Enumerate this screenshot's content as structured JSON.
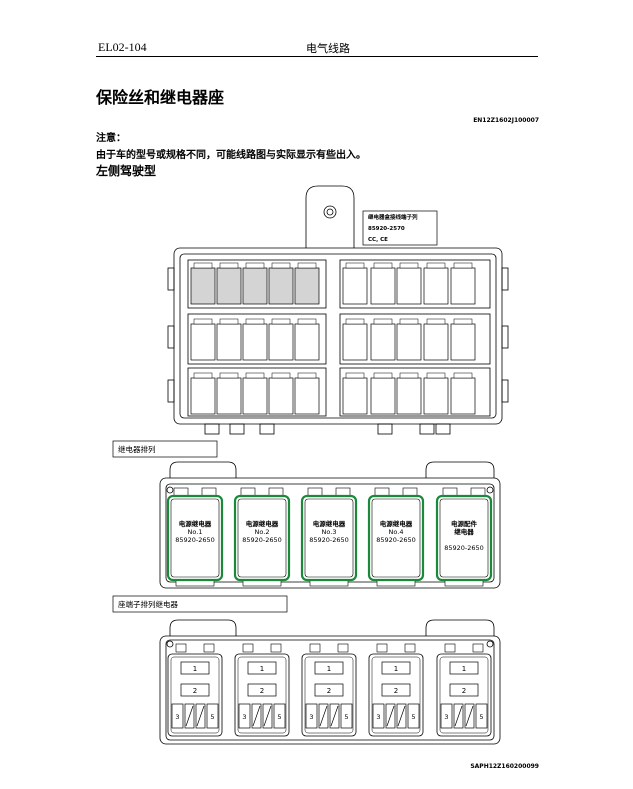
{
  "header": {
    "code": "EL02-104",
    "section": "电气线路"
  },
  "title": "保险丝和继电器座",
  "doc_id": "EN12Z1602J100007",
  "note": {
    "label": "注意：",
    "text": "由于车的型号或规格不同，可能线路图与实际显示有些出入。"
  },
  "subheading": "左侧驾驶型",
  "connector_callout": {
    "line1": "继电器盒接线端子列",
    "line2": "85920-2570",
    "line3": "CC, CE"
  },
  "relay_section": {
    "label": "继电器排列",
    "relays": [
      {
        "name": "电源继电器",
        "number": "No.1",
        "part": "85920-2650"
      },
      {
        "name": "电源继电器",
        "number": "No.2",
        "part": "85920-2650"
      },
      {
        "name": "电源继电器",
        "number": "No.3",
        "part": "85920-2650"
      },
      {
        "name": "电源继电器",
        "number": "No.4",
        "part": "85920-2650"
      },
      {
        "name": "电源配件",
        "number": "继电器",
        "part": "85920-2650"
      }
    ]
  },
  "terminal_section": {
    "label": "座端子排列继电器",
    "terminals": [
      "1",
      "2",
      "3",
      "5"
    ]
  },
  "figure_id": "SAPH12Z160200099",
  "colors": {
    "relay_outline": "#1a8a3a",
    "shaded_fuse": "#d4d4d4"
  }
}
